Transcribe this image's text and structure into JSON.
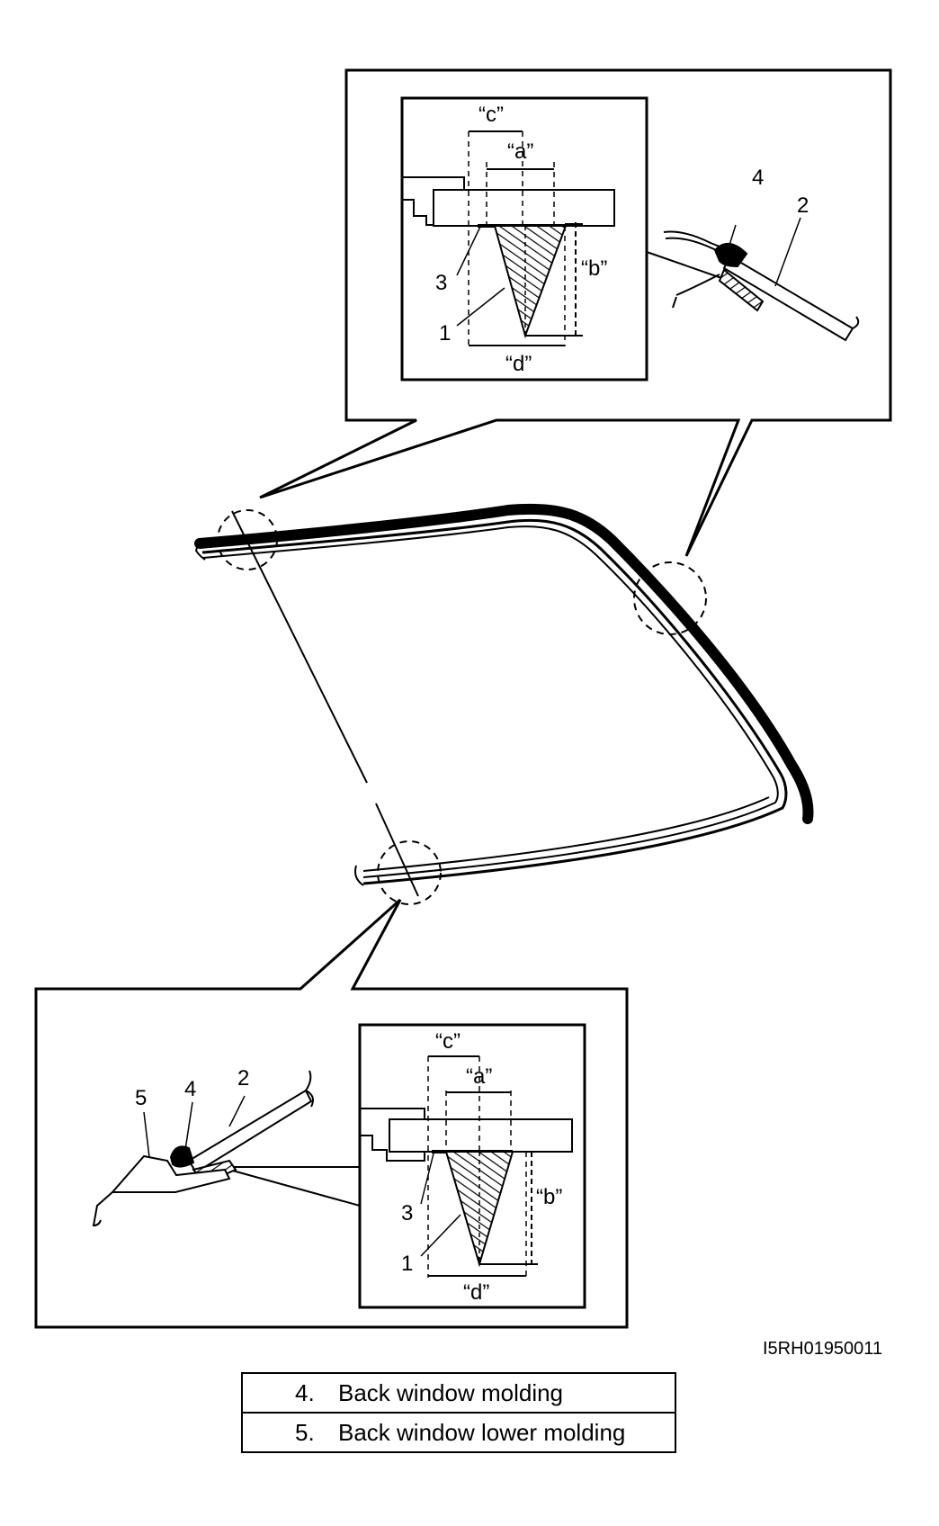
{
  "figure_code": "I5RH01950011",
  "upper_detail": {
    "part_labels": [
      "4",
      "2"
    ],
    "section_labels": [
      "3",
      "1"
    ],
    "dimensions": [
      "“c”",
      "“a”",
      "“b”",
      "“d”"
    ]
  },
  "lower_detail": {
    "part_labels": [
      "5",
      "4",
      "2"
    ],
    "section_labels": [
      "3",
      "1"
    ],
    "dimensions": [
      "“c”",
      "“a”",
      "“b”",
      "“d”"
    ]
  },
  "legend": [
    {
      "num": "4.",
      "text": "Back window molding"
    },
    {
      "num": "5.",
      "text": "Back window lower molding"
    }
  ]
}
